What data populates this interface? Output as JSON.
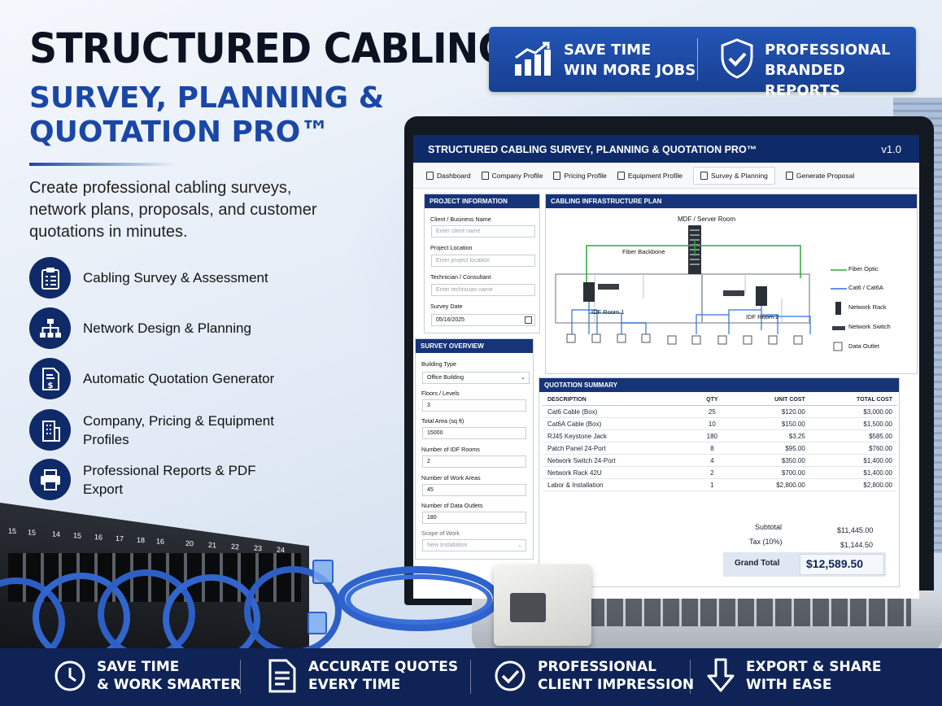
{
  "hero": {
    "title": "STRUCTURED CABLING",
    "subtitle_line1": "SURVEY, PLANNING &",
    "subtitle_line2": "QUOTATION PRO™",
    "description": "Create professional cabling surveys, network plans, proposals, and customer quotations in minutes."
  },
  "features": [
    {
      "icon": "clipboard-checklist-icon",
      "label": "Cabling Survey & Assessment"
    },
    {
      "icon": "network-hierarchy-icon",
      "label": "Network Design & Planning"
    },
    {
      "icon": "invoice-dollar-icon",
      "label": "Automatic Quotation Generator"
    },
    {
      "icon": "office-building-icon",
      "label": "Company, Pricing & Equipment Profiles"
    },
    {
      "icon": "printer-icon",
      "label": "Professional Reports & PDF Export"
    }
  ],
  "badge": {
    "left_line1": "SAVE TIME",
    "left_line2": "WIN MORE JOBS",
    "right_line1": "PROFESSIONAL",
    "right_line2": "BRANDED REPORTS"
  },
  "app": {
    "title": "STRUCTURED CABLING SURVEY, PLANNING & QUOTATION PRO™",
    "version": "v1.0",
    "tabs": [
      "Dashboard",
      "Company Profile",
      "Pricing Profile",
      "Equipment Profile",
      "Survey & Planning",
      "Generate Proposal"
    ],
    "project": {
      "header": "PROJECT INFORMATION",
      "client_label": "Client / Business Name",
      "client_placeholder": "Enter client name",
      "location_label": "Project Location",
      "location_placeholder": "Enter project location",
      "tech_label": "Technician / Consultant",
      "tech_placeholder": "Enter technician name",
      "date_label": "Survey Date",
      "date_value": "05/16/2025"
    },
    "survey": {
      "header": "SURVEY OVERVIEW",
      "building_label": "Building Type",
      "building_value": "Office Building",
      "floors_label": "Floors / Levels",
      "floors_value": "3",
      "area_label": "Total Area (sq ft)",
      "area_value": "15000",
      "idf_label": "Number of IDF Rooms",
      "idf_value": "2",
      "work_label": "Number of Work Areas",
      "work_value": "45",
      "outlets_label": "Number of Data Outlets",
      "outlets_value": "180",
      "scope_label": "Scope of Work",
      "scope_value": "New Installation"
    },
    "plan": {
      "header": "CABLING INFRASTRUCTURE PLAN",
      "mdf_label": "MDF / Server Room",
      "backbone_label": "Fiber Backbone",
      "idf1_label": "IDF Room 1",
      "idf2_label": "IDF Room 2",
      "legend": [
        "Fiber Optic",
        "Cat6 / Cat6A",
        "Network Rack",
        "Network Switch",
        "Data Outlet"
      ]
    },
    "quotation": {
      "header": "QUOTATION SUMMARY",
      "col_desc": "DESCRIPTION",
      "col_qty": "QTY",
      "col_unit": "UNIT COST",
      "col_total": "TOTAL COST",
      "rows": [
        {
          "desc": "Cat6 Cable (Box)",
          "qty": "25",
          "unit": "$120.00",
          "total": "$3,000.00"
        },
        {
          "desc": "Cat6A Cable (Box)",
          "qty": "10",
          "unit": "$150.00",
          "total": "$1,500.00"
        },
        {
          "desc": "RJ45 Keystone Jack",
          "qty": "180",
          "unit": "$3.25",
          "total": "$585.00"
        },
        {
          "desc": "Patch Panel 24-Port",
          "qty": "8",
          "unit": "$95.00",
          "total": "$760.00"
        },
        {
          "desc": "Network Switch 24-Port",
          "qty": "4",
          "unit": "$350.00",
          "total": "$1,400.00"
        },
        {
          "desc": "Network Rack 42U",
          "qty": "2",
          "unit": "$700.00",
          "total": "$1,400.00"
        },
        {
          "desc": "Labor & Installation",
          "qty": "1",
          "unit": "$2,800.00",
          "total": "$2,800.00"
        }
      ],
      "subtotal_label": "Subtotal",
      "subtotal_value": "$11,445.00",
      "tax_label": "Tax (10%)",
      "tax_value": "$1,144.50",
      "grand_label": "Grand Total",
      "grand_value": "$12,589.50"
    }
  },
  "switch_ports": [
    "15",
    "15",
    "14",
    "15",
    "16",
    "17",
    "18",
    "16",
    "20",
    "21",
    "22",
    "23",
    "24"
  ],
  "footer": [
    {
      "icon": "clock-icon",
      "line1": "SAVE TIME",
      "line2": "& WORK SMARTER"
    },
    {
      "icon": "document-icon",
      "line1": "ACCURATE QUOTES",
      "line2": "EVERY TIME"
    },
    {
      "icon": "checkmark-circle-icon",
      "line1": "PROFESSIONAL",
      "line2": "CLIENT IMPRESSION"
    },
    {
      "icon": "download-arrow-icon",
      "line1": "EXPORT & SHARE",
      "line2": "WITH EASE"
    }
  ],
  "colors": {
    "navy": "#0f2357",
    "accent_blue": "#1a47a6",
    "fiber_green": "#2aa836",
    "cat6_blue": "#2f6fdc"
  }
}
